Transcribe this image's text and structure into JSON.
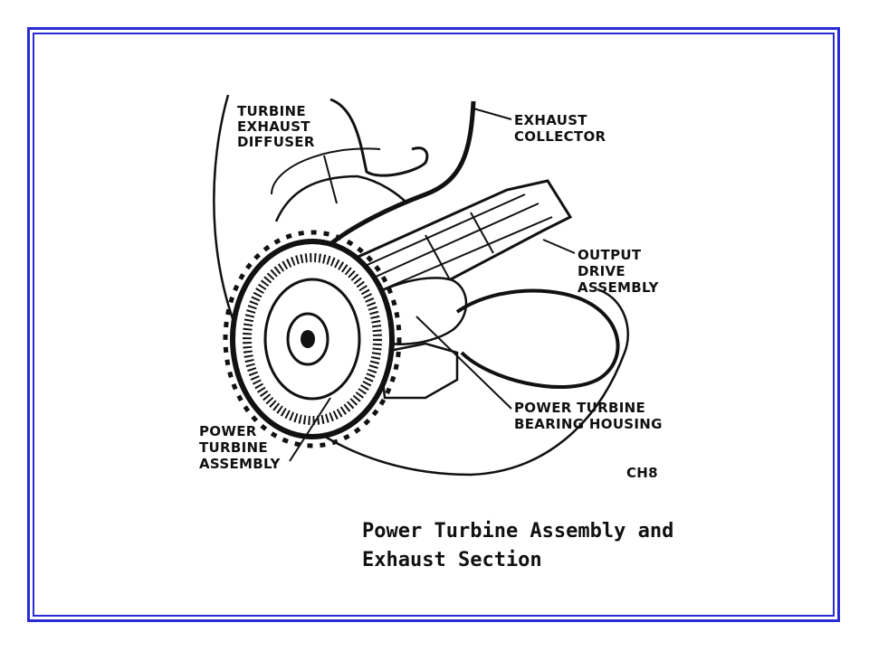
{
  "frame_color": "#2b2bd6",
  "labels": {
    "turbine_exhaust_diffuser": [
      "TURBINE",
      "EXHAUST",
      "DIFFUSER"
    ],
    "exhaust_collector": [
      "EXHAUST",
      "COLLECTOR"
    ],
    "output_drive_assembly": [
      "OUTPUT",
      "DRIVE",
      "ASSEMBLY"
    ],
    "power_turbine_bearing_housing": [
      "POWER TURBINE",
      "BEARING HOUSING"
    ],
    "power_turbine_assembly": [
      "POWER",
      "TURBINE",
      "ASSEMBLY"
    ],
    "figure_code": "CH8"
  },
  "caption": {
    "line1": "Power Turbine Assembly and",
    "line2": "Exhaust Section"
  }
}
